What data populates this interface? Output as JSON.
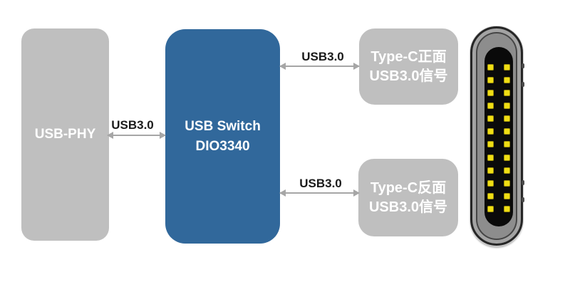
{
  "diagram": {
    "blocks": {
      "usb_phy": {
        "label": "USB-PHY"
      },
      "usb_switch": {
        "line1": "USB Switch",
        "line2": "DIO3340"
      },
      "typec_front": {
        "line1": "Type-C正面",
        "line2": "USB3.0信号"
      },
      "typec_back": {
        "line1": "Type-C反面",
        "line2": "USB3.0信号"
      }
    },
    "connections": {
      "phy_to_switch": {
        "label": "USB3.0",
        "style": "double-headed-arrow"
      },
      "switch_to_front": {
        "label": "USB3.0",
        "style": "double-headed-arrow"
      },
      "switch_to_back": {
        "label": "USB3.0",
        "style": "double-headed-arrow"
      }
    },
    "connector": {
      "name": "usb-type-c-connector",
      "pin_rows": 12,
      "pin_columns": 2
    },
    "colors": {
      "gray_block": "#bfbfbf",
      "blue_block": "#31689b",
      "arrow": "#a6a6a6",
      "label_text": "#1a1a1a",
      "block_text": "#ffffff",
      "connector_shell": "#8d8d8d",
      "connector_ring": "#262626",
      "connector_cavity": "#0a0a0a",
      "pin_yellow": "#f0de14",
      "bg": "#ffffff"
    }
  }
}
